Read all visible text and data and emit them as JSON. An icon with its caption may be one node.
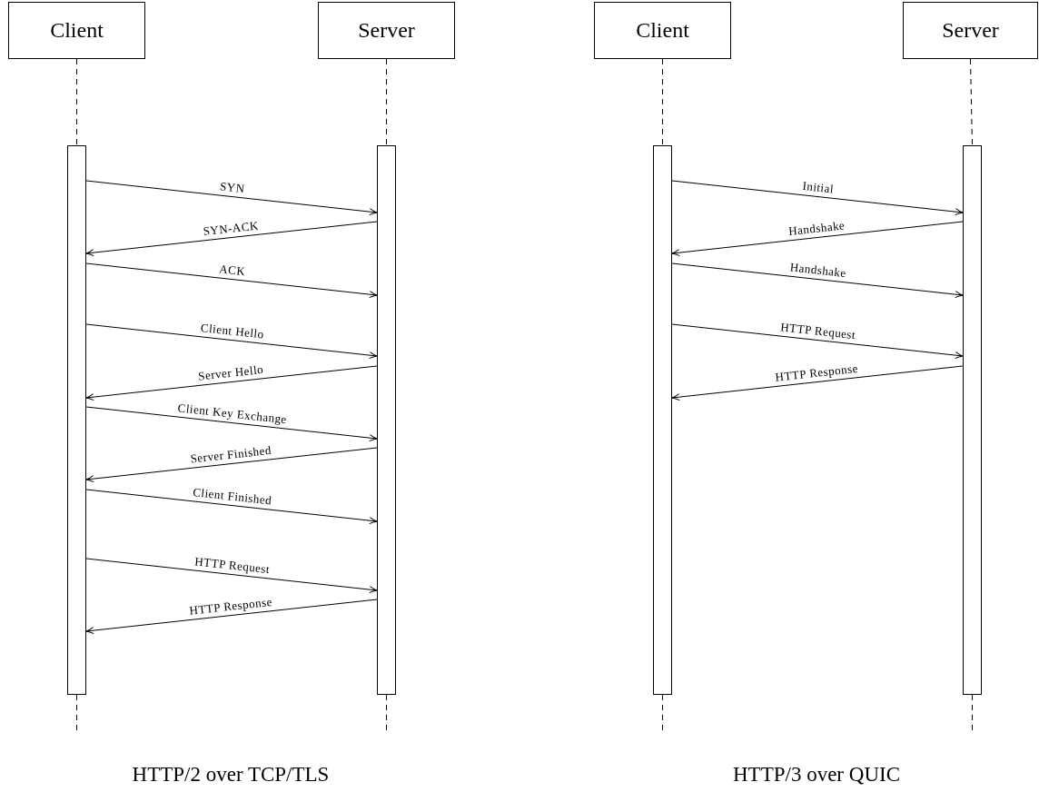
{
  "diagram": {
    "nodes": [
      {
        "text": [
          "Client"
        ]
      },
      {
        "text": [
          "Server"
        ]
      },
      {
        "text": [
          "Client"
        ]
      },
      {
        "text": [
          "Server"
        ]
      },
      {
        "text": [],
        "shape": "bar"
      },
      {
        "text": [],
        "shape": "bar"
      },
      {
        "text": [],
        "shape": "bar"
      },
      {
        "text": [],
        "shape": "bar"
      }
    ],
    "edges": [
      {
        "from": 0,
        "to": 4,
        "arrow": "none",
        "style": "dashed"
      },
      {
        "from": 4,
        "to": null,
        "arrow": "none",
        "style": "dashed"
      },
      {
        "from": 1,
        "to": 5,
        "arrow": "none",
        "style": "dashed"
      },
      {
        "from": 5,
        "to": null,
        "arrow": "none",
        "style": "dashed"
      },
      {
        "from": 2,
        "to": 6,
        "arrow": "none",
        "style": "dashed"
      },
      {
        "from": 6,
        "to": null,
        "arrow": "none",
        "style": "dashed"
      },
      {
        "from": 3,
        "to": 7,
        "arrow": "none",
        "style": "dashed"
      },
      {
        "from": 7,
        "to": null,
        "arrow": "none",
        "style": "dashed"
      },
      {
        "from": 4,
        "to": 5,
        "arrow": "to",
        "label": "SYN"
      },
      {
        "from": 5,
        "to": 4,
        "arrow": "to",
        "label": "SYN-ACK"
      },
      {
        "from": 4,
        "to": 5,
        "arrow": "to",
        "label": "ACK"
      },
      {
        "from": 4,
        "to": 5,
        "arrow": "to",
        "label": "Client Hello"
      },
      {
        "from": 5,
        "to": 4,
        "arrow": "to",
        "label": "Server Hello"
      },
      {
        "from": 4,
        "to": 5,
        "arrow": "to",
        "label": "Client Key Exchange"
      },
      {
        "from": 5,
        "to": 4,
        "arrow": "to",
        "label": "Server Finished"
      },
      {
        "from": 4,
        "to": 5,
        "arrow": "to",
        "label": "Client Finished"
      },
      {
        "from": 4,
        "to": 5,
        "arrow": "to",
        "label": "HTTP Request"
      },
      {
        "from": 5,
        "to": 4,
        "arrow": "to",
        "label": "HTTP Response"
      },
      {
        "from": 6,
        "to": 7,
        "arrow": "to",
        "label": "Initial"
      },
      {
        "from": 7,
        "to": 6,
        "arrow": "to",
        "label": "Handshake"
      },
      {
        "from": 6,
        "to": 7,
        "arrow": "to",
        "label": "Handshake"
      },
      {
        "from": 6,
        "to": 7,
        "arrow": "to",
        "label": "HTTP Request"
      },
      {
        "from": 7,
        "to": 6,
        "arrow": "to",
        "label": "HTTP Response"
      }
    ],
    "labels": [
      "HTTP/2 over TCP/TLS",
      "HTTP/3 over QUIC"
    ]
  }
}
